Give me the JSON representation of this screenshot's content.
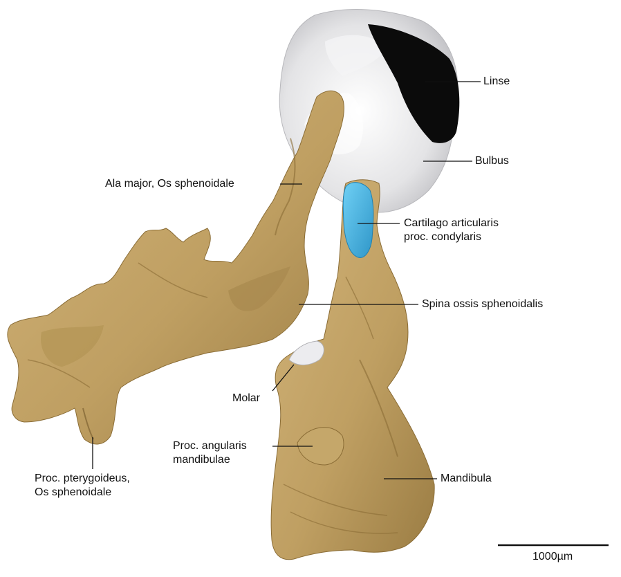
{
  "colors": {
    "bone": "#c8a86b",
    "bone_dark": "#9c7e45",
    "bone_shadow": "#7d6232",
    "bulbus": "#e6e6e8",
    "bulbus_shade": "#c9c9cc",
    "linse": "#0b0b0b",
    "cartilage": "#4cb8e6",
    "cartilage_dark": "#2a8fc0",
    "leader": "#111111"
  },
  "labels": {
    "linse": "Linse",
    "bulbus": "Bulbus",
    "ala_major": "Ala major, Os sphenoidale",
    "cartilago": "Cartilago articularis\nproc. condylaris",
    "spina": "Spina ossis sphenoidalis",
    "molar": "Molar",
    "proc_angularis": "Proc. angularis\nmandibulae",
    "mandibula": "Mandibula",
    "proc_pterygoideus": "Proc. pterygoideus,\nOs sphenoidale"
  },
  "scale_bar": {
    "label": "1000µm"
  }
}
